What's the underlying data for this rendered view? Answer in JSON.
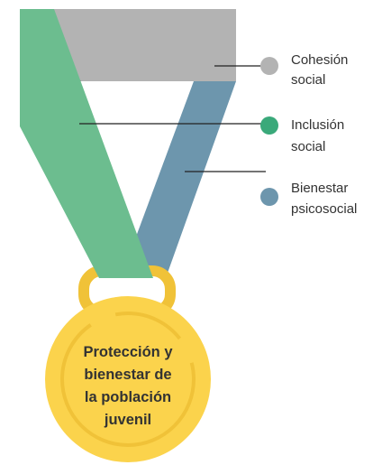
{
  "legend": [
    {
      "line1": "Cohesión",
      "line2": "social",
      "color": "#b3b3b3"
    },
    {
      "line1": "Inclusión",
      "line2": "social",
      "color": "#3aa97a"
    },
    {
      "line1": "Bienestar",
      "line2": "psicosocial",
      "color": "#6d96ad"
    }
  ],
  "medal": {
    "line1": "Protección y",
    "line2": "bienestar de",
    "line3": "la población",
    "line4": "juvenil"
  },
  "colors": {
    "ribbon_gray": "#b3b3b3",
    "ribbon_green": "#6cbd8f",
    "ribbon_blue": "#6d96ad",
    "medal_gold": "#fbd34c",
    "medal_ring": "#f0c238"
  }
}
